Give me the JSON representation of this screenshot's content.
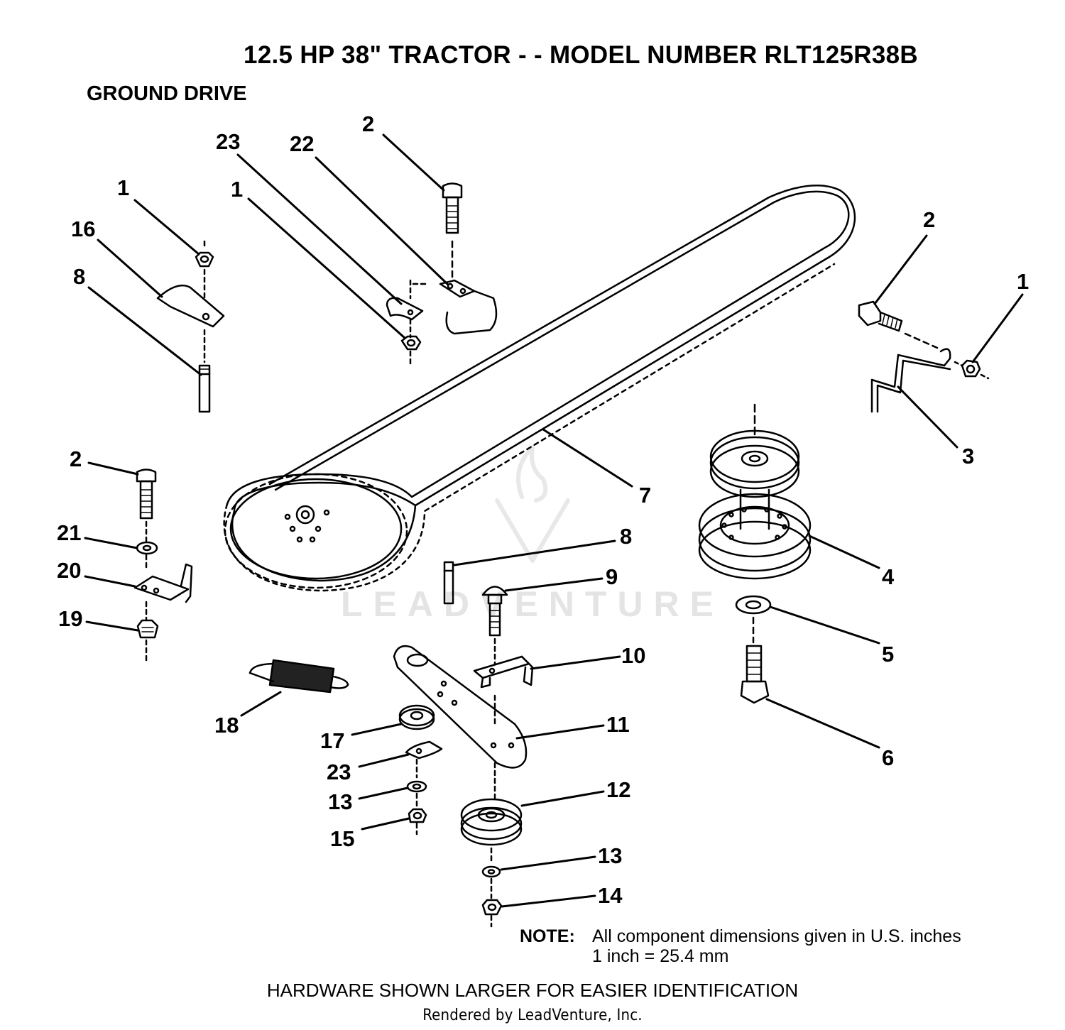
{
  "title": "12.5 HP 38\" TRACTOR - - MODEL NUMBER RLT125R38B",
  "subtitle": "GROUND DRIVE",
  "note": {
    "label": "NOTE:",
    "line1": "All component dimensions given in U.S. inches",
    "line2": "1 inch = 25.4 mm"
  },
  "footer": "HARDWARE SHOWN LARGER FOR EASIER IDENTIFICATION",
  "rendered_by": "Rendered by LeadVenture, Inc.",
  "watermark": "LEADVENTURE",
  "callouts": [
    {
      "id": "c-2-top",
      "label": "2"
    },
    {
      "id": "c-23-top",
      "label": "23"
    },
    {
      "id": "c-22",
      "label": "22"
    },
    {
      "id": "c-1-left",
      "label": "1"
    },
    {
      "id": "c-1-mid",
      "label": "1"
    },
    {
      "id": "c-16",
      "label": "16"
    },
    {
      "id": "c-8-left",
      "label": "8"
    },
    {
      "id": "c-2-right",
      "label": "2"
    },
    {
      "id": "c-1-right",
      "label": "1"
    },
    {
      "id": "c-3",
      "label": "3"
    },
    {
      "id": "c-7",
      "label": "7"
    },
    {
      "id": "c-4",
      "label": "4"
    },
    {
      "id": "c-5",
      "label": "5"
    },
    {
      "id": "c-6",
      "label": "6"
    },
    {
      "id": "c-2-left",
      "label": "2"
    },
    {
      "id": "c-21",
      "label": "21"
    },
    {
      "id": "c-20",
      "label": "20"
    },
    {
      "id": "c-19",
      "label": "19"
    },
    {
      "id": "c-8-mid",
      "label": "8"
    },
    {
      "id": "c-9",
      "label": "9"
    },
    {
      "id": "c-10",
      "label": "10"
    },
    {
      "id": "c-11",
      "label": "11"
    },
    {
      "id": "c-18",
      "label": "18"
    },
    {
      "id": "c-17",
      "label": "17"
    },
    {
      "id": "c-23-bottom",
      "label": "23"
    },
    {
      "id": "c-13-left",
      "label": "13"
    },
    {
      "id": "c-15",
      "label": "15"
    },
    {
      "id": "c-12",
      "label": "12"
    },
    {
      "id": "c-13-right",
      "label": "13"
    },
    {
      "id": "c-14",
      "label": "14"
    }
  ]
}
